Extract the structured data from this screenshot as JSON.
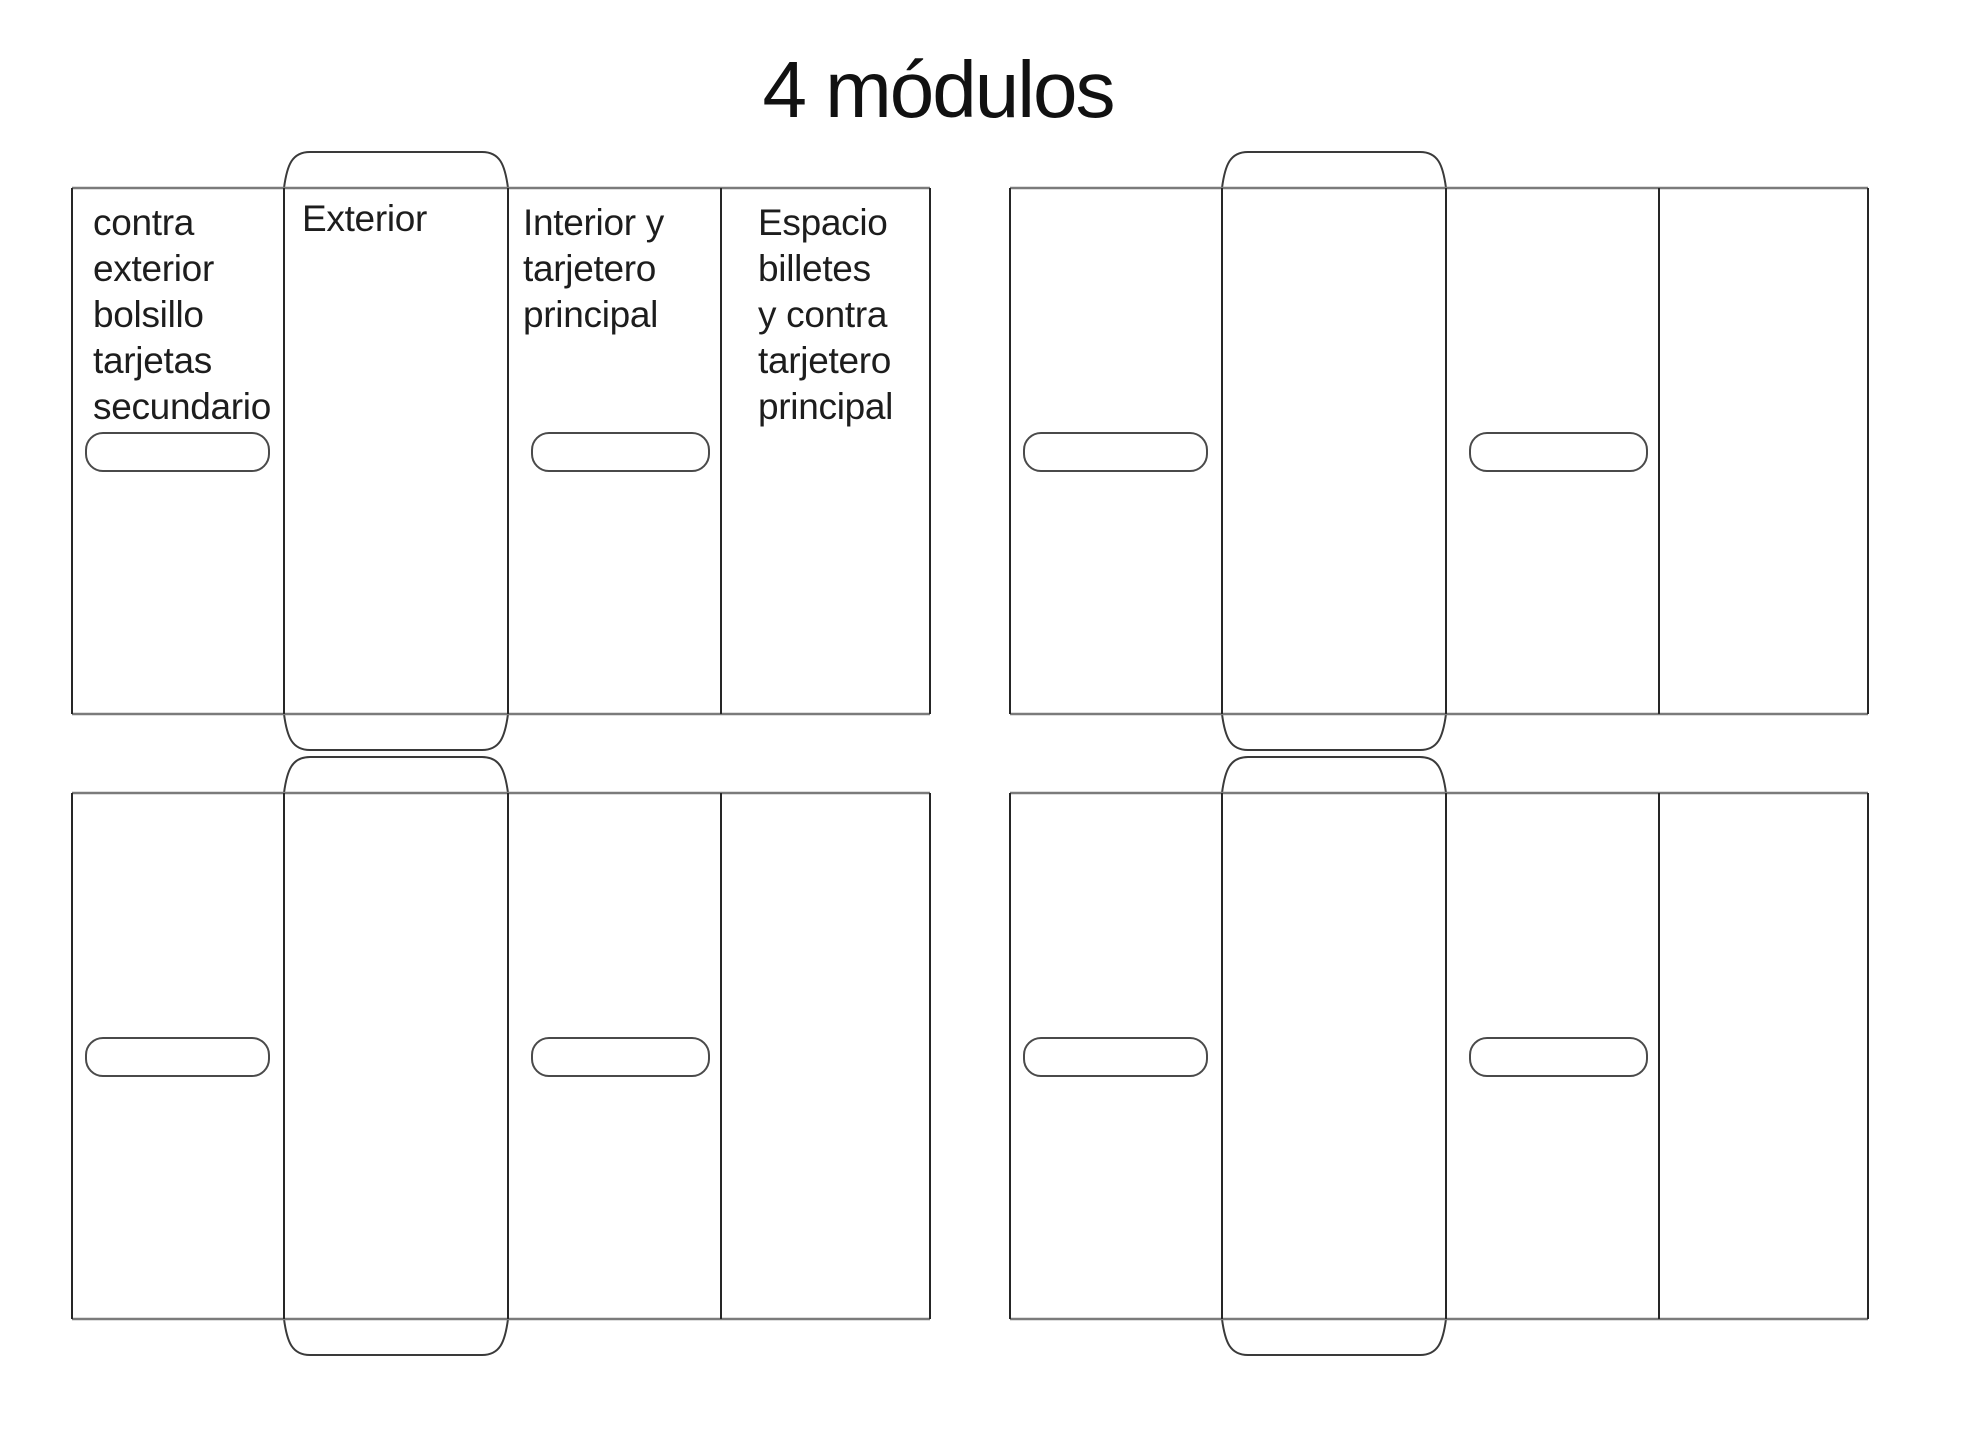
{
  "title": "4 módulos",
  "modules": {
    "top_left": {
      "panel1_label": "contra\nexterior\nbolsillo\ntarjetas\nsecundario",
      "panel2_label": "Exterior",
      "panel3_label": "Interior y\ntarjetero\nprincipal",
      "panel4_label": "Espacio\nbilletes\ny contra\ntarjetero\nprincipal"
    },
    "top_right": {
      "panel1_label": "",
      "panel2_label": "",
      "panel3_label": "",
      "panel4_label": ""
    },
    "bottom_left": {
      "panel1_label": "",
      "panel2_label": "",
      "panel3_label": "",
      "panel4_label": ""
    },
    "bottom_right": {
      "panel1_label": "",
      "panel2_label": "",
      "panel3_label": "",
      "panel4_label": ""
    }
  },
  "colors": {
    "background": "#ffffff",
    "horizontal_line": "#7b7b7b",
    "vertical_line": "#262626",
    "flap_line": "#3a3a3a",
    "slot_line": "#4a4a4a",
    "text": "#1d1d1d"
  }
}
